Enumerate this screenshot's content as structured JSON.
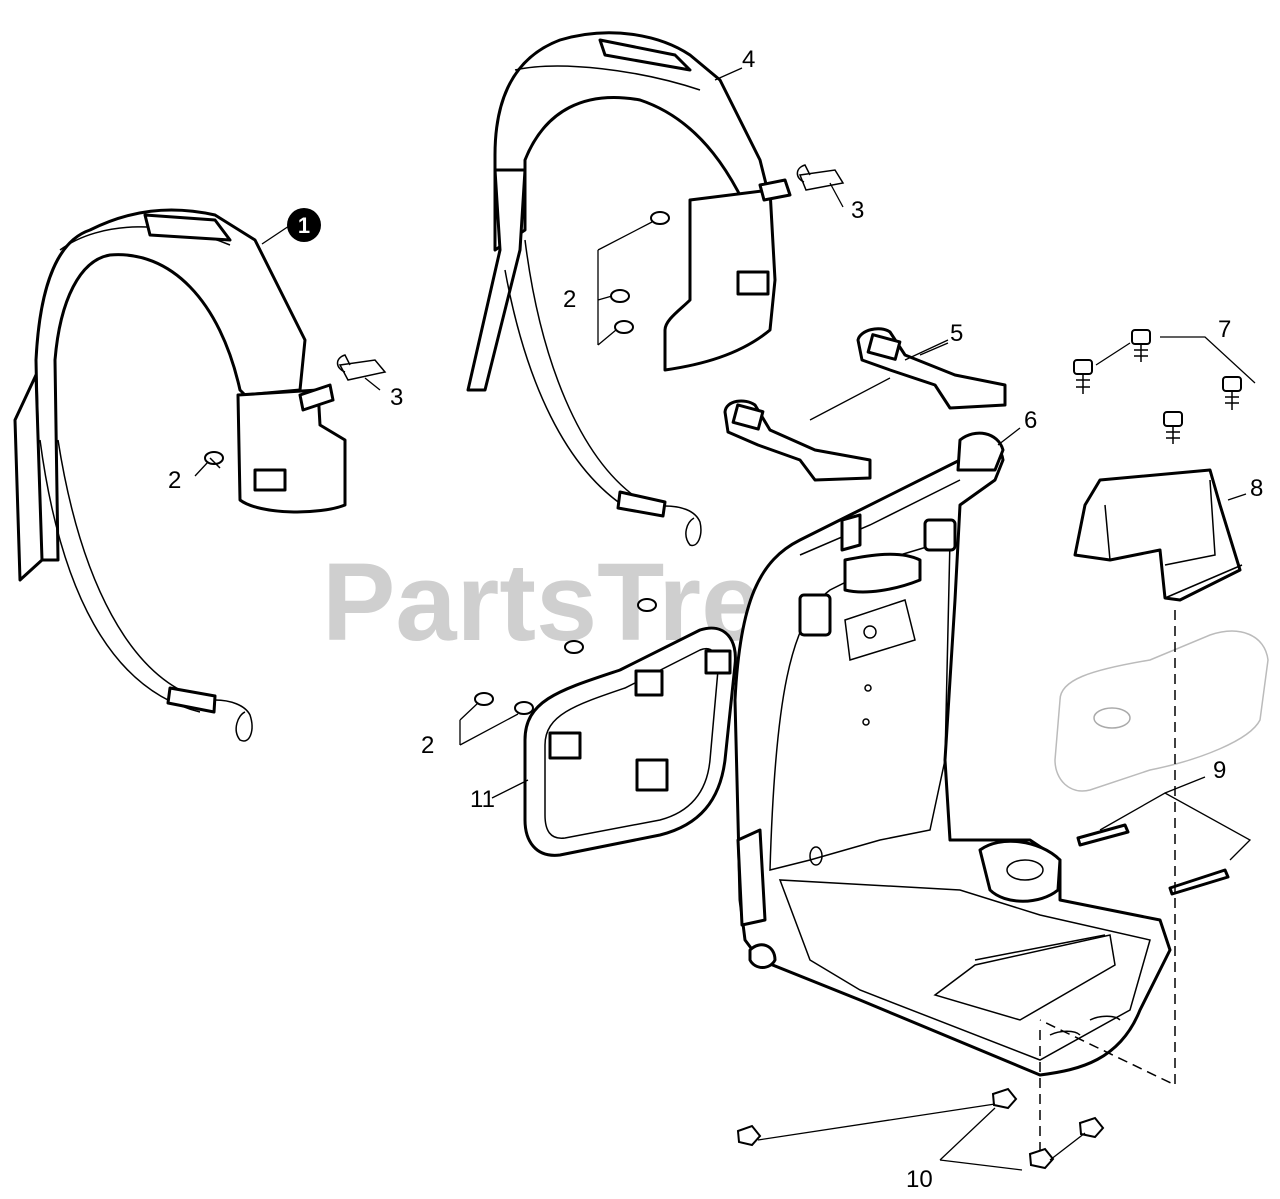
{
  "watermark": "PartsTree",
  "callouts": [
    {
      "id": "callout-1",
      "label": "1",
      "highlighted": true
    },
    {
      "id": "callout-2a",
      "label": "2"
    },
    {
      "id": "callout-2b",
      "label": "2"
    },
    {
      "id": "callout-2c",
      "label": "2"
    },
    {
      "id": "callout-3a",
      "label": "3"
    },
    {
      "id": "callout-3b",
      "label": "3"
    },
    {
      "id": "callout-4",
      "label": "4"
    },
    {
      "id": "callout-5",
      "label": "5"
    },
    {
      "id": "callout-6",
      "label": "6"
    },
    {
      "id": "callout-7",
      "label": "7"
    },
    {
      "id": "callout-8",
      "label": "8"
    },
    {
      "id": "callout-9",
      "label": "9"
    },
    {
      "id": "callout-10",
      "label": "10"
    },
    {
      "id": "callout-11",
      "label": "11"
    }
  ],
  "colors": {
    "line": "#000000",
    "watermark": "#cfcfcf",
    "background": "#ffffff"
  }
}
